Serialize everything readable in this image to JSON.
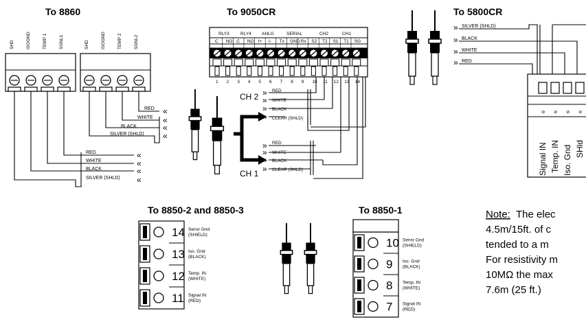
{
  "titles": {
    "t8860": "To 8860",
    "t9050": "To 9050CR",
    "t5800": "To 5800CR",
    "t8850_23": "To 8850-2 and 8850-3",
    "t8850_1": "To 8850-1"
  },
  "b8860": {
    "pins_left": [
      "SHD",
      "ISOGND",
      "TEMP 1",
      "SGNL1"
    ],
    "pins_right": [
      "SHD",
      "ISOGND",
      "TEMP 2",
      "SGNL2"
    ],
    "wires_upper": [
      "RED",
      "WHITE",
      "BLACK",
      "SILVER (SHLD)"
    ],
    "wires_lower": [
      "RED",
      "WHITE",
      "BLACK",
      "SILVER (SHLD)"
    ]
  },
  "b9050": {
    "groups": [
      "RLY3",
      "RLY4",
      "ANLG",
      "SERIAL",
      "CH2",
      "CH1"
    ],
    "pins": [
      "C",
      "NO",
      "C",
      "NO",
      "I+",
      "I-",
      "Tx",
      "GND",
      "Rx",
      "S2",
      "T2",
      "S1",
      "T1",
      "SG"
    ],
    "numbers": [
      "1",
      "2",
      "3",
      "4",
      "5",
      "6",
      "7",
      "8",
      "9",
      "10",
      "11",
      "12",
      "13",
      "14"
    ],
    "ch2": "CH 2",
    "ch1": "CH 1",
    "wires_ch2": [
      "RED",
      "WHITE",
      "BLACK",
      "CLEAR (SHLD)"
    ],
    "wires_ch1": [
      "RED",
      "WHITE",
      "BLACK",
      "CLEAR (SHLD)"
    ]
  },
  "b5800": {
    "wires": [
      "SILVER (SHLD)",
      "BLACK",
      "WHITE",
      "RED"
    ],
    "terminals": [
      "Signal IN",
      "Temp. IN",
      "Iso. Gnd",
      "SHld"
    ]
  },
  "b8850_23": {
    "rows": [
      {
        "num": "14",
        "l1": "Sensr Gnd",
        "l2": "(SHIELD)"
      },
      {
        "num": "13",
        "l1": "Iso. Gnd",
        "l2": "(BLACK)"
      },
      {
        "num": "12",
        "l1": "Temp. IN",
        "l2": "(WHITE)"
      },
      {
        "num": "11",
        "l1": "Signal IN",
        "l2": "(RED)"
      }
    ]
  },
  "b8850_1": {
    "rows": [
      {
        "num": "10",
        "l1": "Sensr Gnd",
        "l2": "(SHIELD)"
      },
      {
        "num": "9",
        "l1": "Iso. Gnd",
        "l2": "(BLACK)"
      },
      {
        "num": "8",
        "l1": "Temp. IN",
        "l2": "(WHITE)"
      },
      {
        "num": "7",
        "l1": "Signal IN",
        "l2": "(RED)"
      }
    ]
  },
  "note": {
    "label": "Note:",
    "lines": [
      "The elec",
      "4.5m/15ft. of c",
      "tended to a m",
      "For resistivity m",
      "10MΩ the max",
      "7.6m (25 ft.)"
    ]
  }
}
